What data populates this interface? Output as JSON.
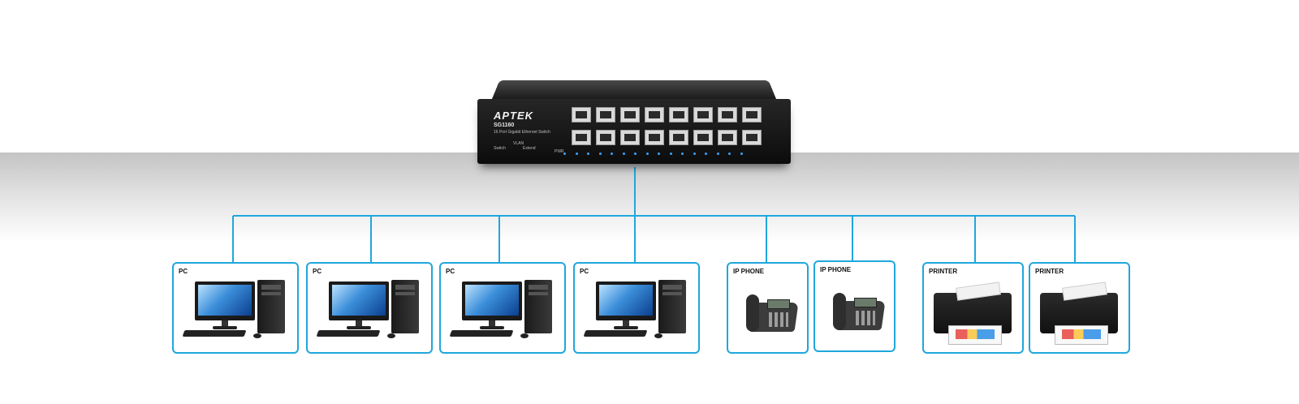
{
  "switch": {
    "brand": "APTEK",
    "model": "SG1160",
    "description": "16 Port Gigabit Ethernet Switch",
    "vlan_label": "VLAN",
    "switch_label": "Switch",
    "extend_label": "Extend",
    "pwr_label": "PWR",
    "port_count": 16,
    "led_color": "#3aa0ff"
  },
  "connector_color": "#1fa7dc",
  "devices": [
    {
      "label": "PC",
      "icon": "desktop-pc-icon"
    },
    {
      "label": "PC",
      "icon": "desktop-pc-icon"
    },
    {
      "label": "PC",
      "icon": "desktop-pc-icon"
    },
    {
      "label": "PC",
      "icon": "desktop-pc-icon"
    },
    {
      "label": "IP PHONE",
      "icon": "ip-phone-icon"
    },
    {
      "label": "IP PHONE",
      "icon": "ip-phone-icon"
    },
    {
      "label": "PRINTER",
      "icon": "printer-icon"
    },
    {
      "label": "PRINTER",
      "icon": "printer-icon"
    }
  ]
}
